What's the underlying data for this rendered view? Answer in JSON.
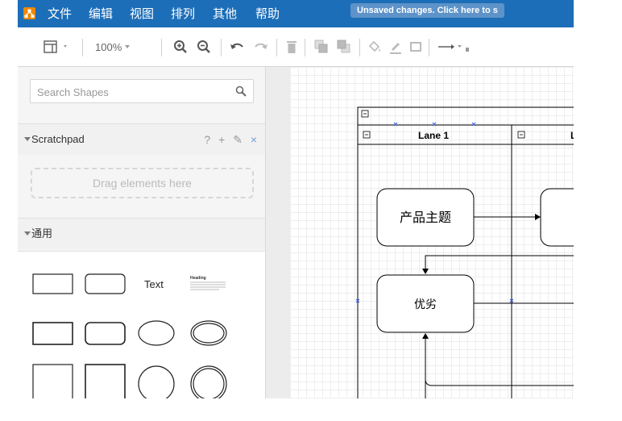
{
  "menubar": {
    "items": [
      "文件",
      "编辑",
      "视图",
      "排列",
      "其他",
      "帮助"
    ],
    "unsaved_notice": "Unsaved changes. Click here to s"
  },
  "toolbar": {
    "zoom": "100%"
  },
  "sidebar": {
    "search_placeholder": "Search Shapes",
    "scratchpad": {
      "title": "Scratchpad",
      "actions": [
        "?",
        "+",
        "✎",
        "×"
      ],
      "drop_text": "Drag elements here"
    },
    "general": {
      "title": "通用",
      "text_shape_label": "Text",
      "heading_shape_label": "Heading"
    }
  },
  "diagram": {
    "lanes": [
      "Lane 1",
      "L"
    ],
    "nodes": [
      "产品主题",
      "优劣"
    ]
  },
  "colors": {
    "menubar": "#1d6eb8",
    "logo": "#f08705",
    "unsaved_bg": "#5d93c8"
  }
}
